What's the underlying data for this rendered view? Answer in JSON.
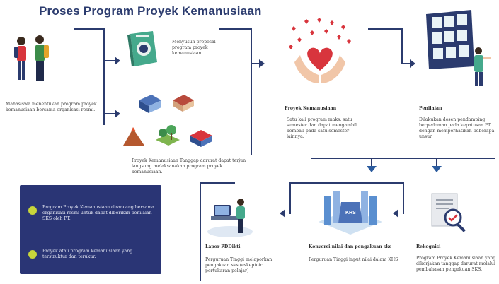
{
  "title": "Proses Program Proyek Kemanusiaan",
  "steps": {
    "start": "Mahasiswa menentukan program proyek kemanusiaan bersama organisasi resmi.",
    "proposal": "Menyusun proposal program proyek kemanusiaan.",
    "disaster": "Proyek Kemanusiaan Tanggap darurat dapat terjun langsung melaksanakan program proyek kemanusiaan.",
    "project_title": "Proyek Kemanusiaan",
    "project_desc": "Satu kali program maks. satu semester dan dapat mengambil kembali pada satu semester lainnya.",
    "assessment_title": "Penilaian",
    "assessment_desc": "Dilakukan dosen pendamping berpedoman pada kepatusan PT dengan memperhatikan beberapa unsur.",
    "recognition_title": "Rekognisi",
    "recognition_desc": "Program Proyek Kemanusiaan yang dikerjakan tanggap darurat melalui pembahasan pengakuan SKS.",
    "conversion_title": "Konversi nilai dan pengakuan sks",
    "conversion_desc": "Perguruan Tinggi input nilai dalam KHS",
    "report_title": "Lapor PDDikti",
    "report_desc": "Perguruan Tinggi melaporkan pengakuan sks (eskeptoir pertukaran pelajar)"
  },
  "khs_label": "KHS",
  "notes": [
    "Program Proyek Kemanusiaan dirancang bersama organisasi resmi untuk dapat diberikan penilaian SKS oleh PT.",
    "Proyek atau program kemanusiaan yang terstruktur dan terukur."
  ],
  "colors": {
    "navy": "#2b3b6e",
    "note_bg": "#2a3575",
    "bullet": "#c7d53a",
    "heart": "#d8353d"
  }
}
